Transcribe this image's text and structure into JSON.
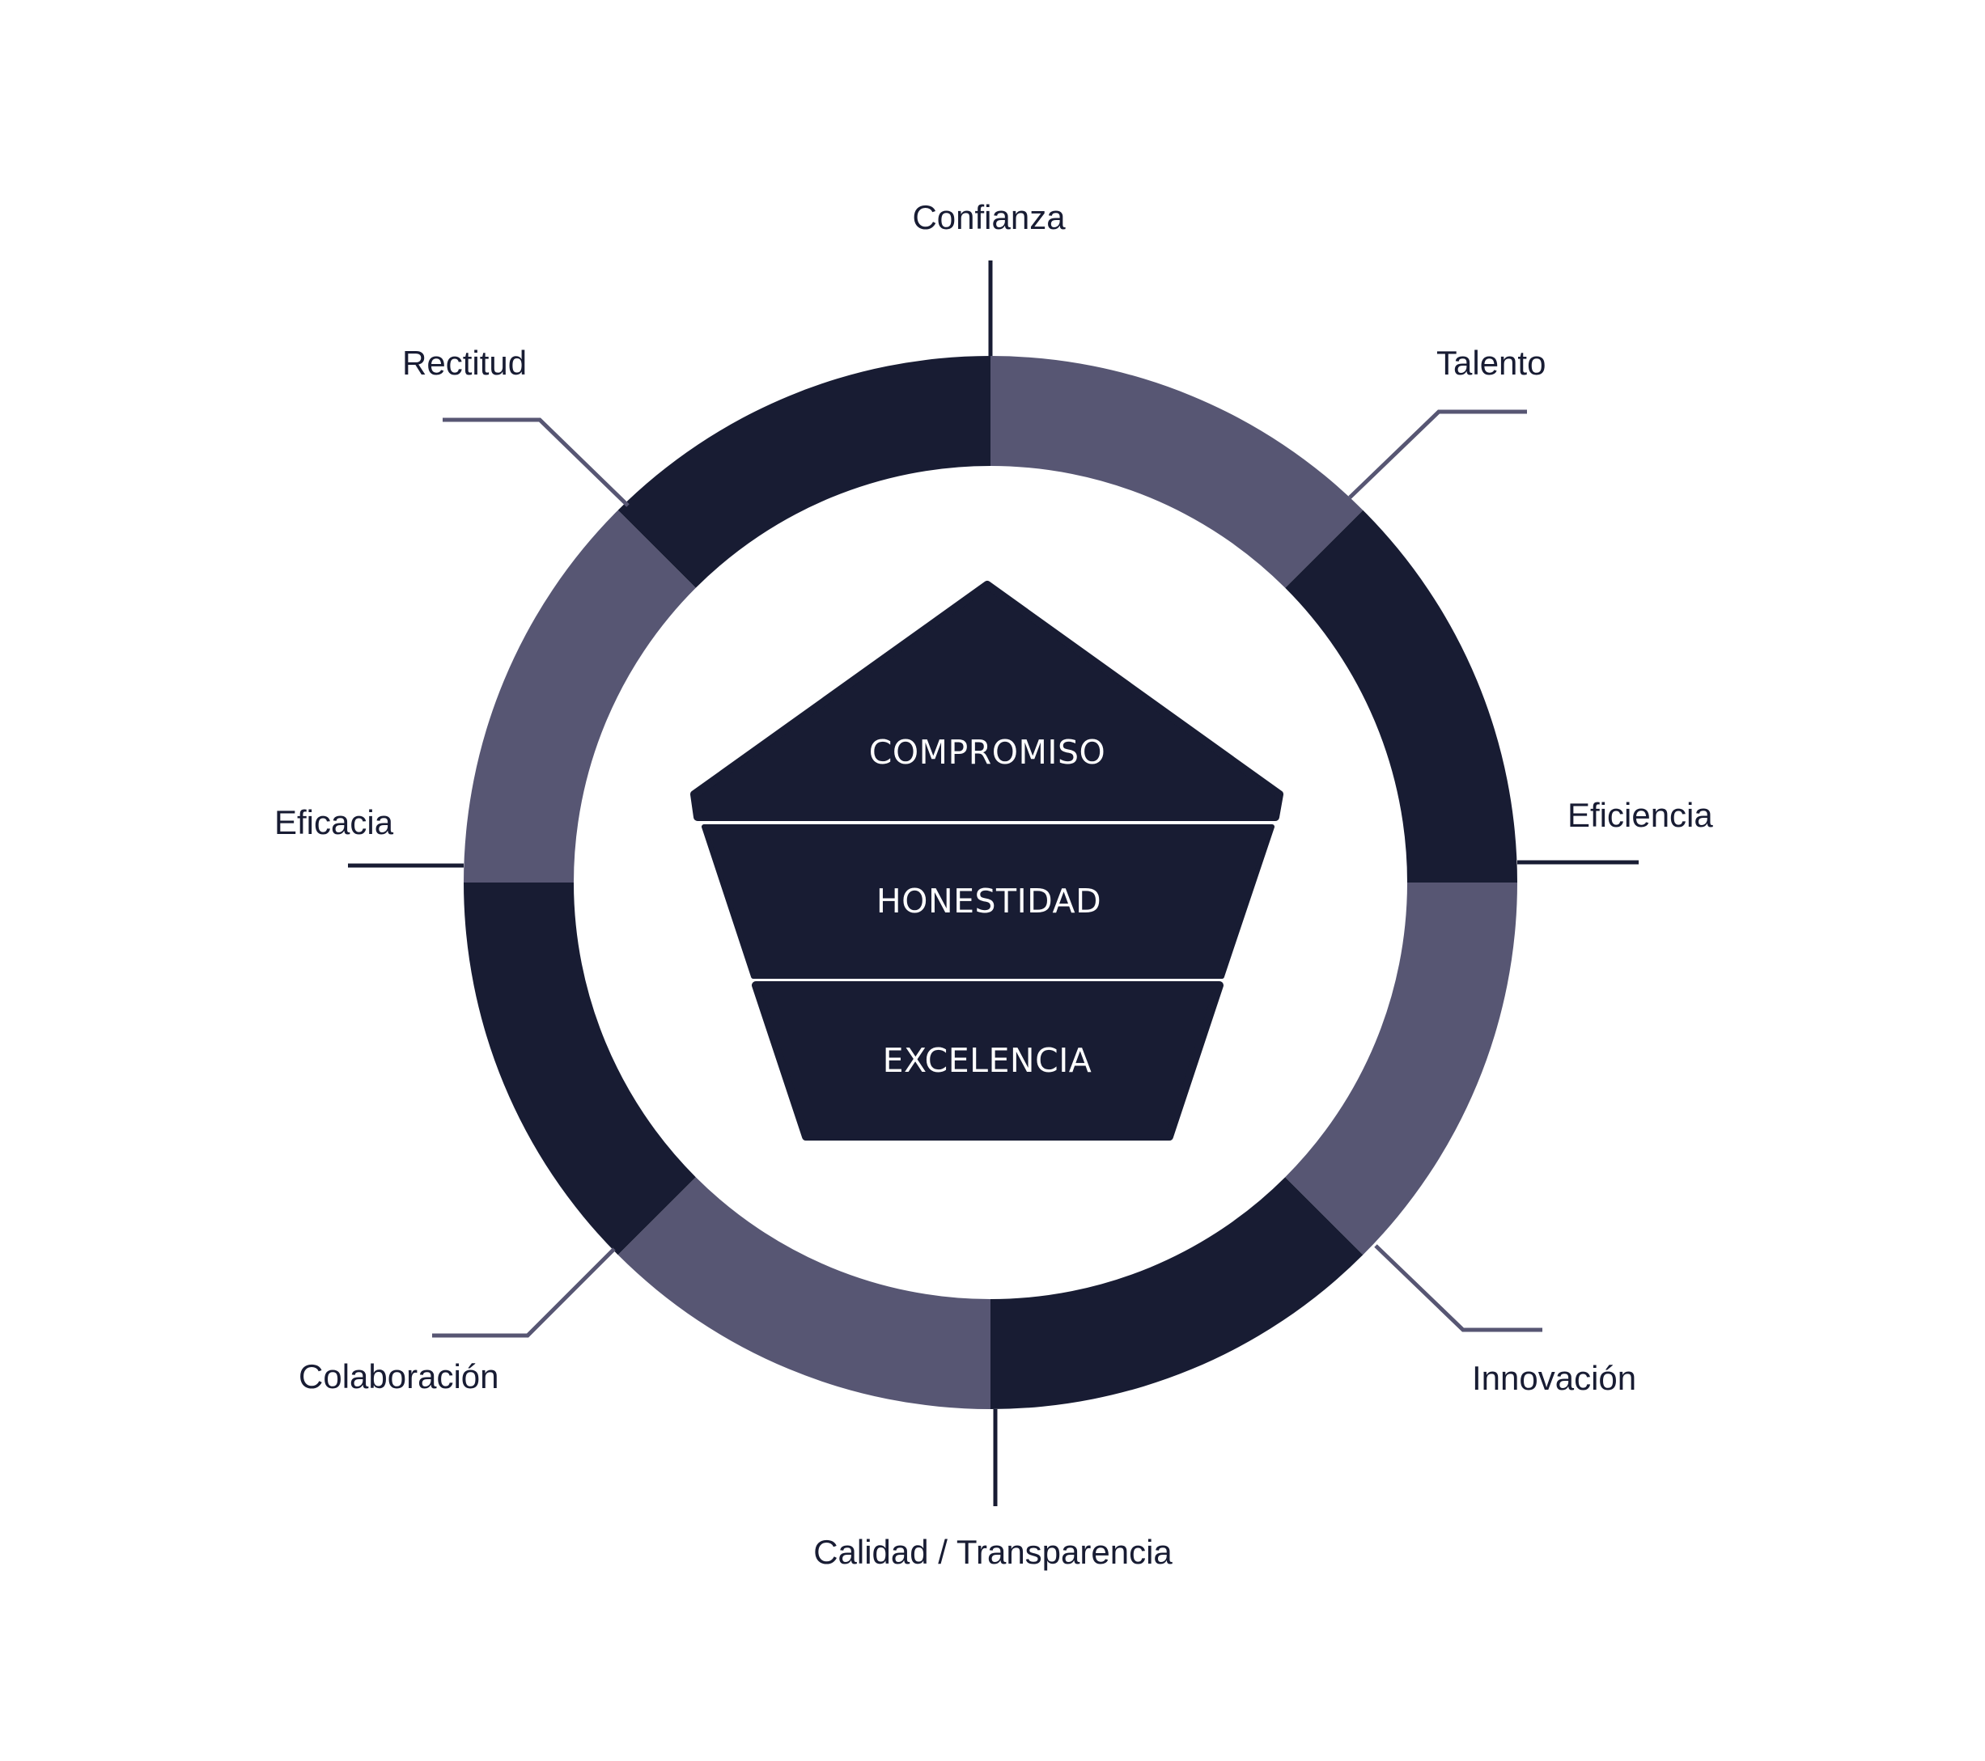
{
  "colors": {
    "dark": "#181c33",
    "light": "#575673",
    "background": "#ffffff",
    "core_text": "#ffffff",
    "label_text": "#181c33"
  },
  "ring_segments": [
    {
      "name": "Confianza-Talento",
      "color_key": "light"
    },
    {
      "name": "Talento-Eficiencia",
      "color_key": "dark"
    },
    {
      "name": "Eficiencia-Innovacion",
      "color_key": "light"
    },
    {
      "name": "Innovacion-Calidad",
      "color_key": "dark"
    },
    {
      "name": "Calidad-Colaboracion",
      "color_key": "light"
    },
    {
      "name": "Colaboracion-Eficacia",
      "color_key": "dark"
    },
    {
      "name": "Eficacia-Rectitud",
      "color_key": "light"
    },
    {
      "name": "Rectitud-Confianza",
      "color_key": "dark"
    }
  ],
  "outer_labels": {
    "confianza": "Confianza",
    "talento": "Talento",
    "eficiencia": "Eficiencia",
    "innovacion": "Innovación",
    "calidad": "Calidad / Transparencia",
    "colaboracion": "Colaboración",
    "eficacia": "Eficacia",
    "rectitud": "Rectitud"
  },
  "core": {
    "top": "COMPROMISO",
    "middle": "HONESTIDAD",
    "bottom": "EXCELENCIA"
  }
}
